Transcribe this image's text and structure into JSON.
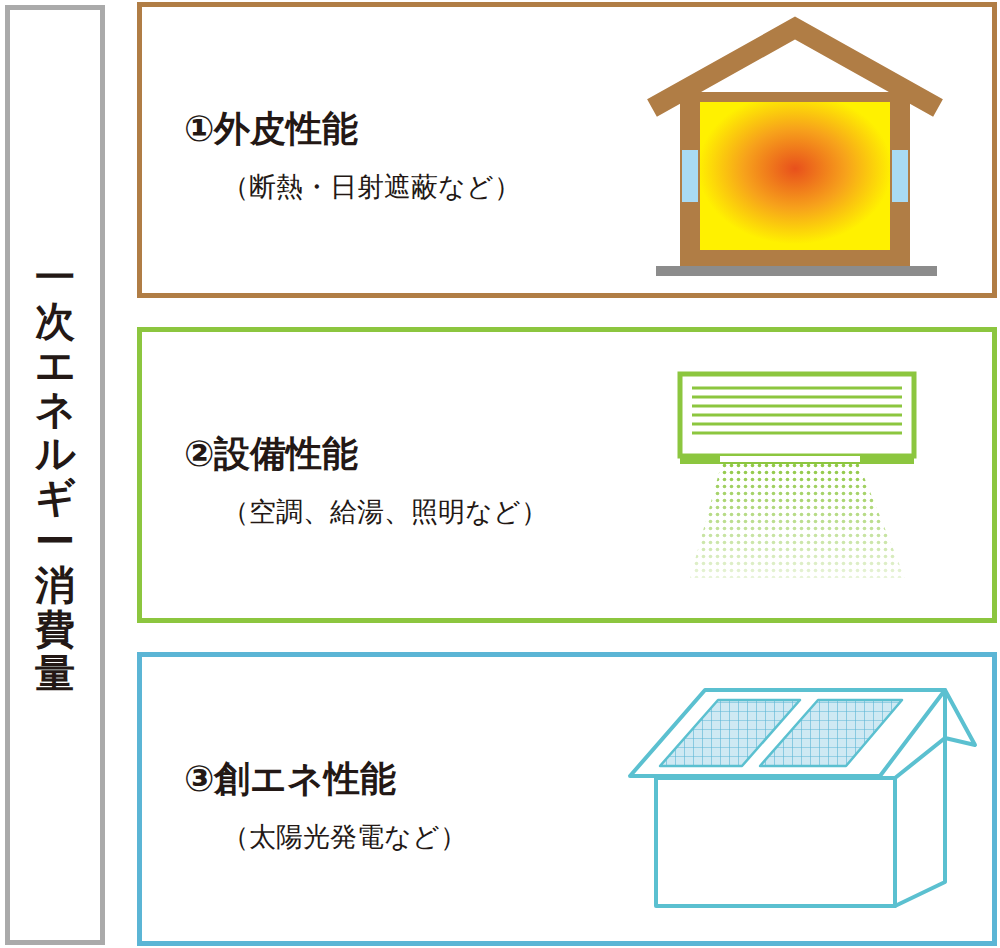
{
  "diagram": {
    "nodes": [
      {
        "text": [
          "一次エネルギー消費量"
        ]
      },
      {
        "text": [
          "①外皮性能",
          "（断熱・日射遮蔽など）"
        ]
      },
      {
        "text": [
          "②設備性能",
          "（空調、給湯、照明など）"
        ]
      },
      {
        "text": [
          "③創エネ性能",
          "（太陽光発電など）"
        ]
      }
    ]
  }
}
